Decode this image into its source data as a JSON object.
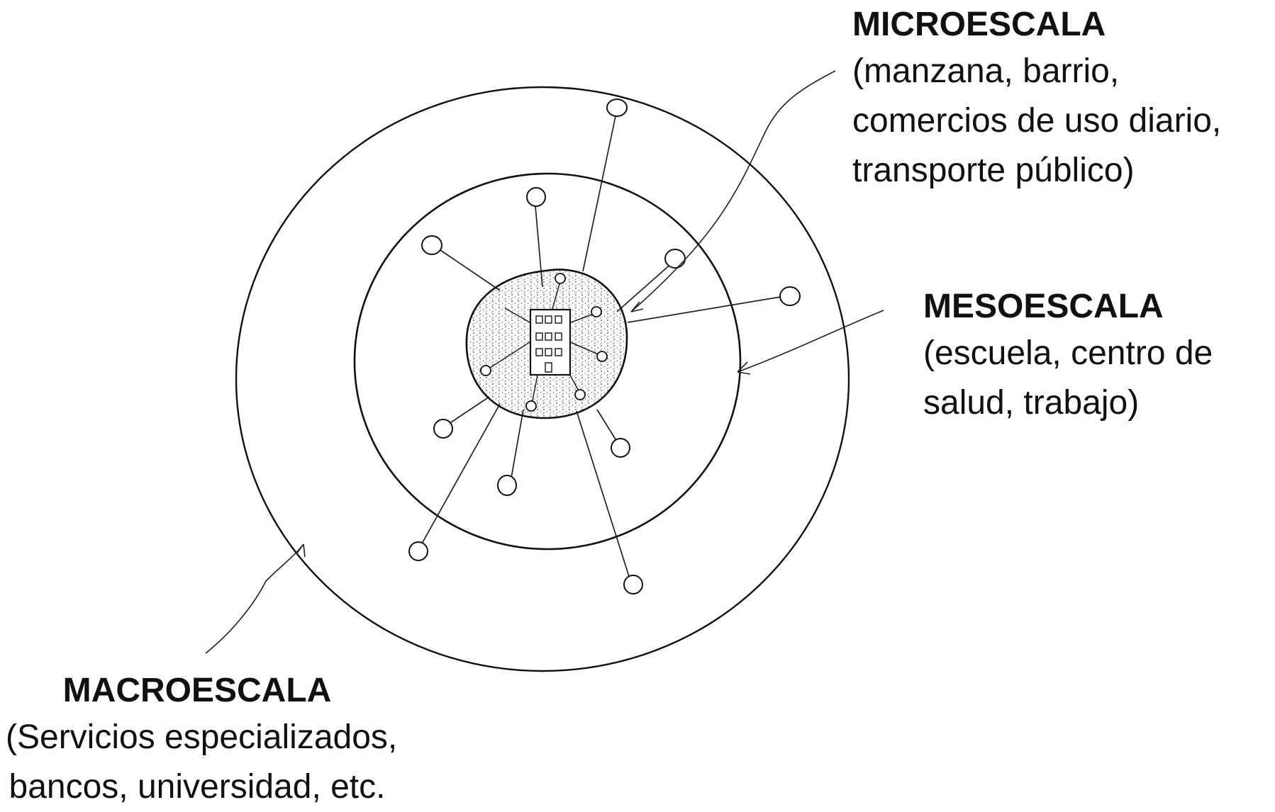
{
  "micro": {
    "title": "MICROESCALA",
    "lines": [
      "(manzana, barrio,",
      "comercios de uso diario,",
      "transporte público)"
    ]
  },
  "meso": {
    "title": "MESOESCALA",
    "lines": [
      "(escuela, centro de",
      "salud, trabajo)"
    ]
  },
  "macro": {
    "title": "MACROESCALA",
    "lines": [
      "(Servicios especializados,",
      "bancos, universidad, etc."
    ]
  },
  "colors": {
    "ink": "#111111",
    "background": "#ffffff"
  }
}
